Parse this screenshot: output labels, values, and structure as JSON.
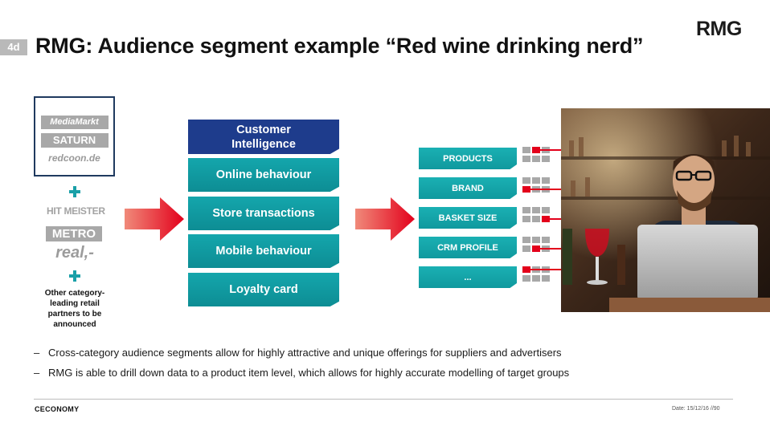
{
  "slide": {
    "badge": "4d",
    "title": "RMG: Audience segment example “Red wine drinking nerd”",
    "brand_logo": "RMG"
  },
  "retailers": {
    "primary": [
      "MediaMarkt",
      "SATURN",
      "redcoon.de"
    ],
    "secondary": [
      "HIT MEISTER",
      "METRO",
      "real,-"
    ],
    "partners_note": "Other category-leading retail partners to be announced"
  },
  "segments": [
    {
      "label": "Customer Intelligence",
      "style": "navy"
    },
    {
      "label": "Online behaviour",
      "style": "teal"
    },
    {
      "label": "Store transactions",
      "style": "teal"
    },
    {
      "label": "Mobile behaviour",
      "style": "teal"
    },
    {
      "label": "Loyalty card",
      "style": "teal"
    }
  ],
  "attributes": [
    "PRODUCTS",
    "BRAND",
    "BASKET SIZE",
    "CRM PROFILE",
    "..."
  ],
  "bullets": [
    "Cross-category audience segments allow for highly attractive and unique offerings for suppliers and advertisers",
    "RMG is able to drill down data to a product item level, which allows for highly accurate modelling of target groups"
  ],
  "footer": {
    "company": "CECONOMY",
    "date": "Date: 15/12/16   //90"
  },
  "colors": {
    "navy": "#1e3c8c",
    "teal": "#14a6ac",
    "red": "#e3001b",
    "grey": "#a8a8a8"
  }
}
